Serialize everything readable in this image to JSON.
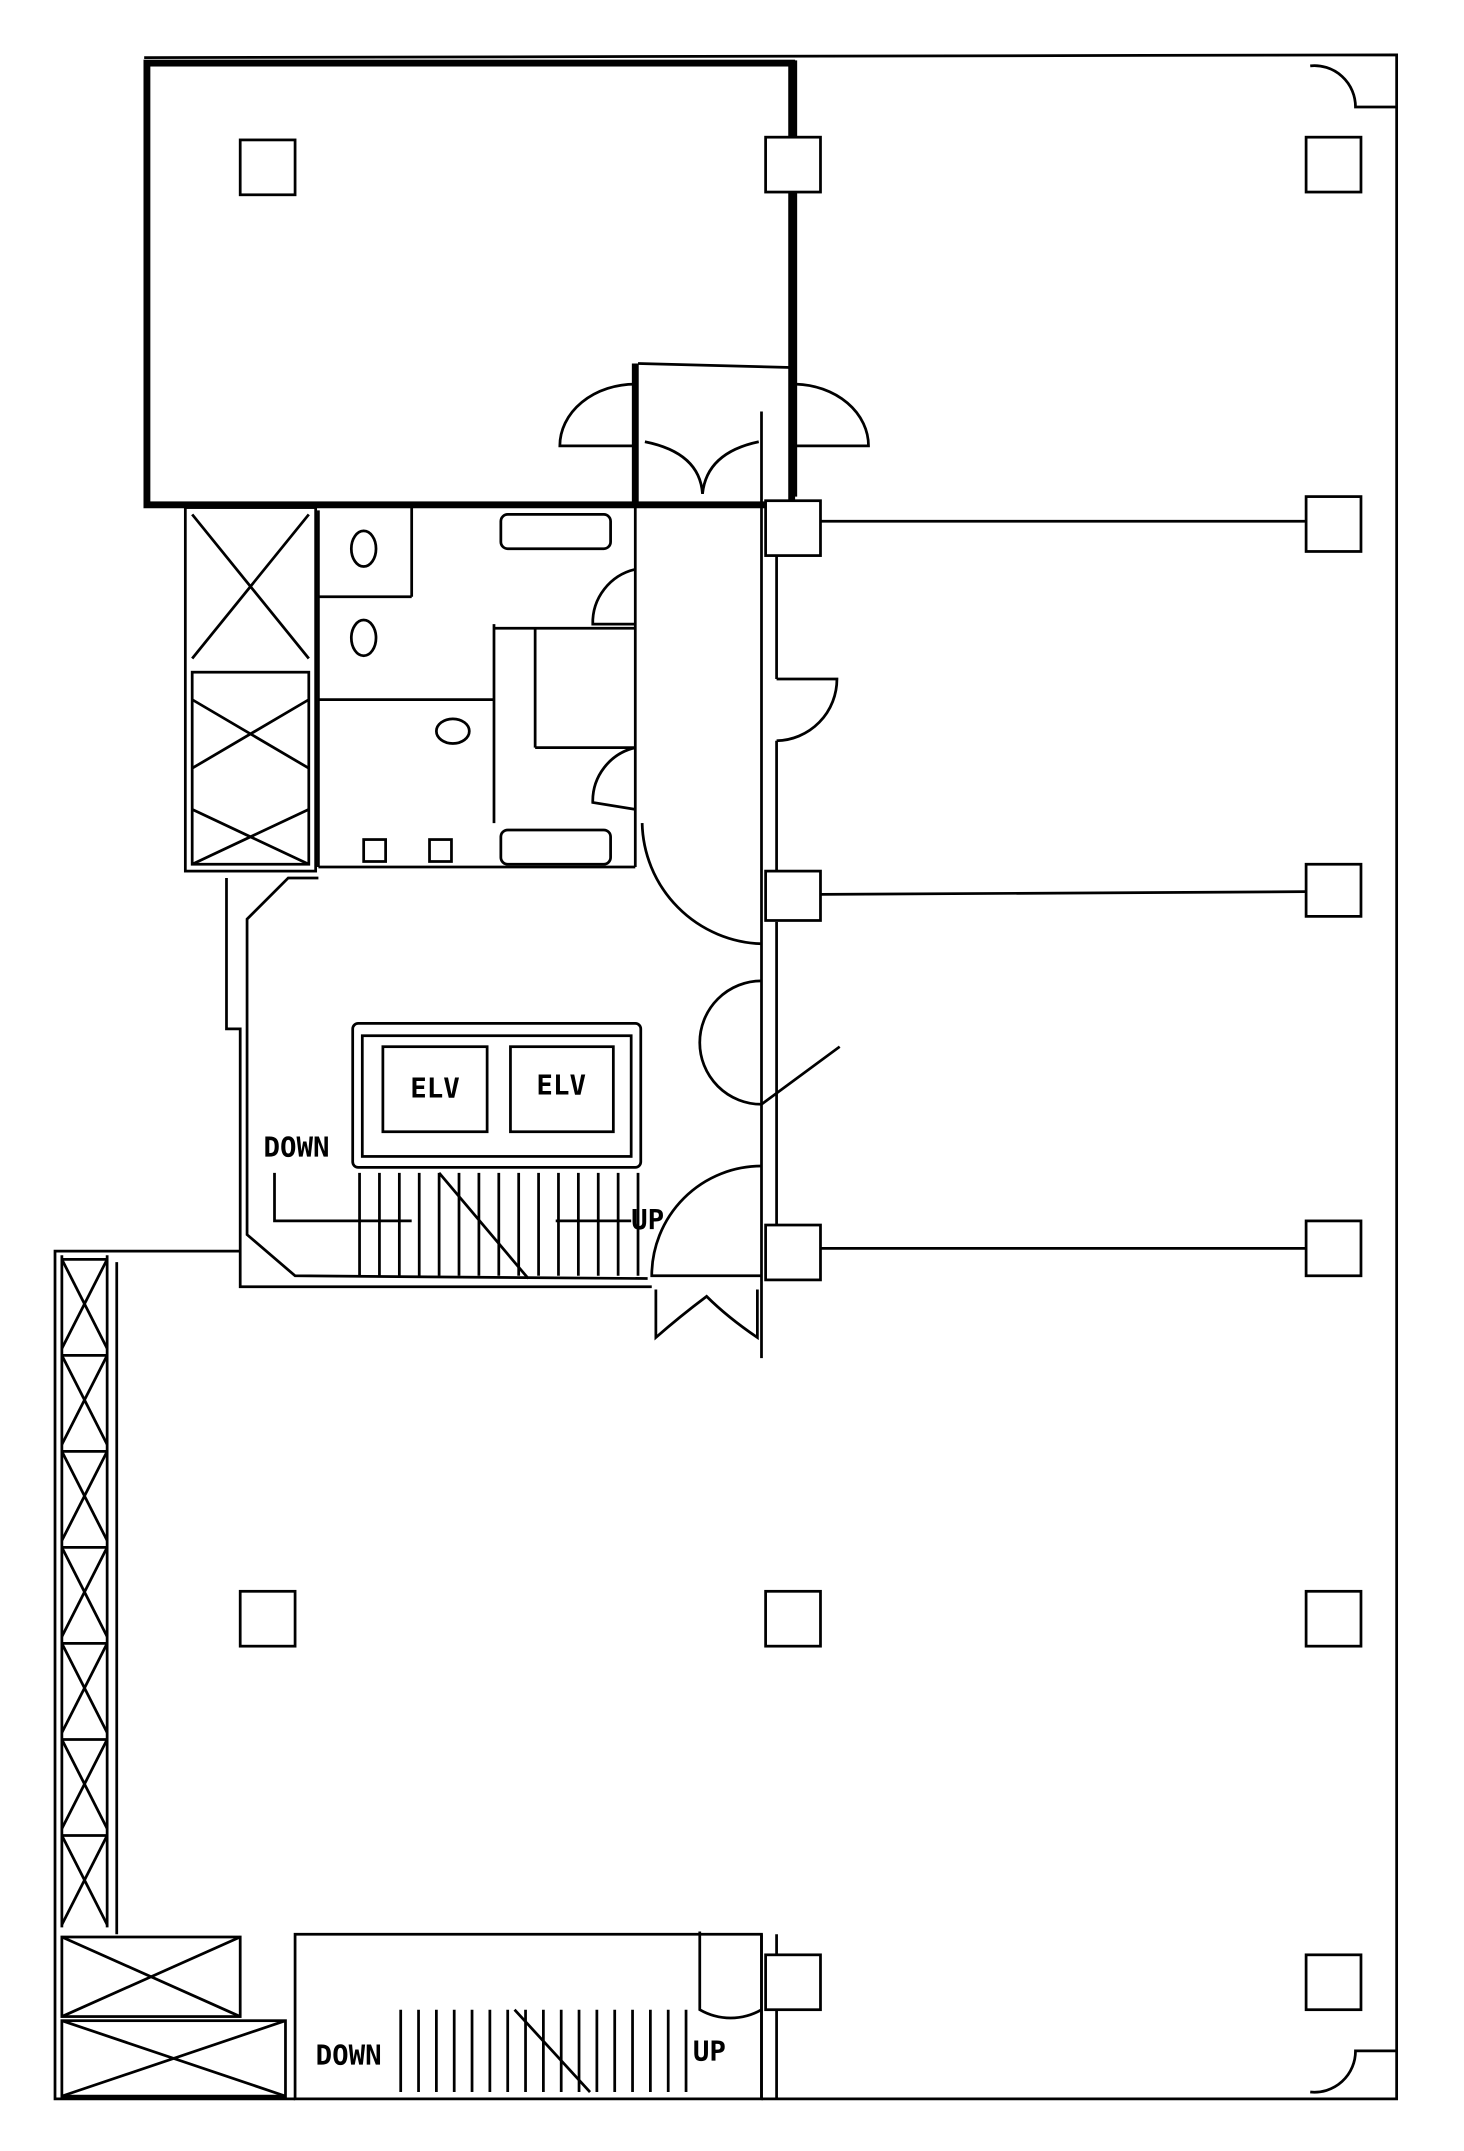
{
  "plan": {
    "elevators": [
      {
        "label": "ELV"
      },
      {
        "label": "ELV"
      }
    ],
    "core_stair": {
      "down_label": "DOWN",
      "up_label": "UP"
    },
    "south_stair": {
      "down_label": "DOWN",
      "up_label": "UP"
    }
  },
  "colors": {
    "line": "#000000",
    "background": "#ffffff"
  }
}
